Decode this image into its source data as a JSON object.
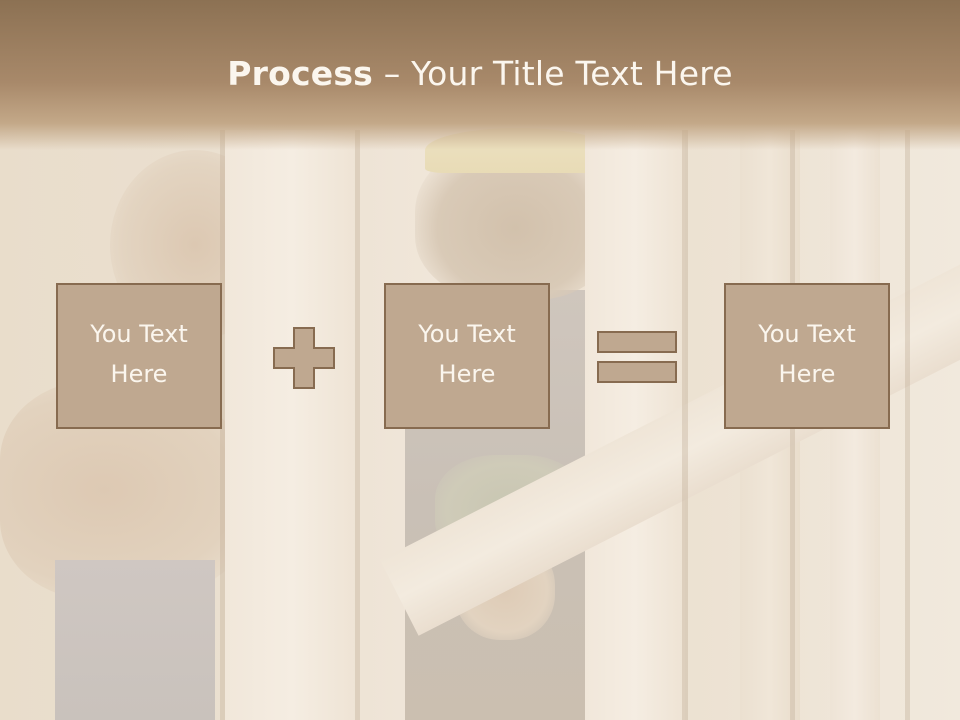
{
  "title": {
    "bold": "Process",
    "rest": " – Your Title Text Here"
  },
  "boxes": [
    {
      "text": "You Text\nHere"
    },
    {
      "text": "You Text\nHere"
    },
    {
      "text": "You Text\nHere"
    }
  ],
  "operators": {
    "first": "plus-icon",
    "second": "equals-icon"
  },
  "colors": {
    "banner": "#9b7e5f",
    "box_fill": "#bfa890",
    "box_border": "#876b50",
    "text": "#fbf6ee"
  }
}
